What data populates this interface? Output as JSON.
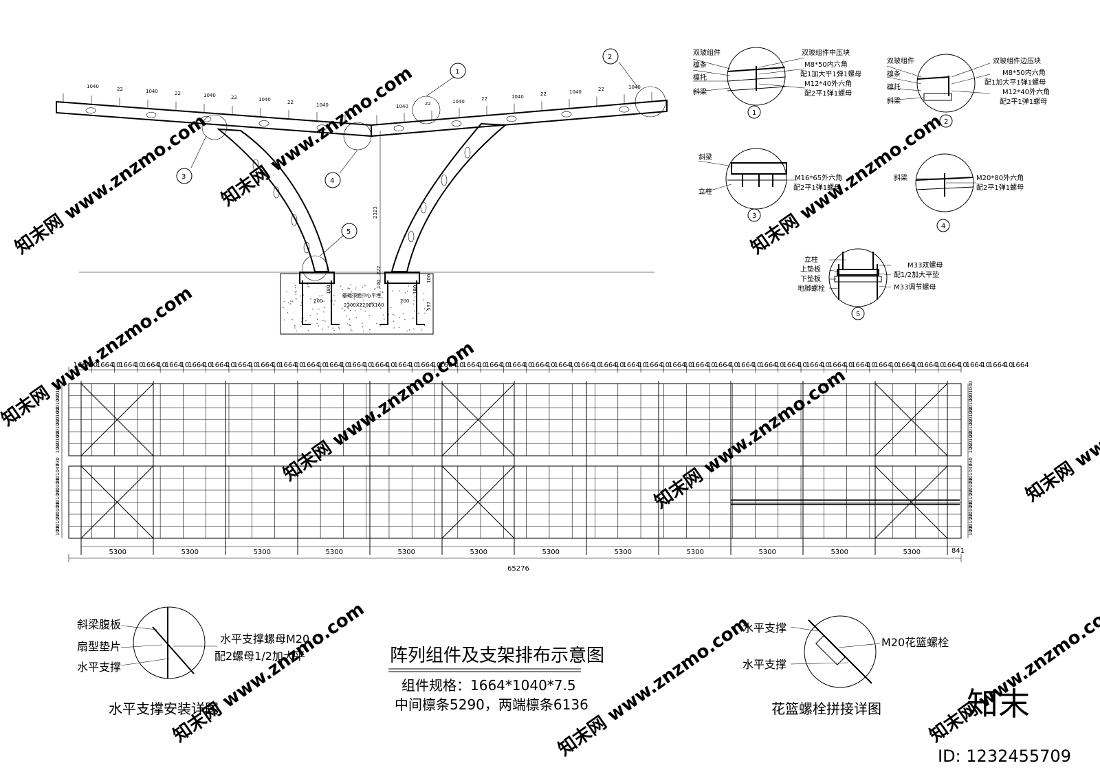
{
  "elevation": {
    "dim_1040": "1040",
    "dim_22": "22",
    "dim_height": "2323",
    "dim_200": "200",
    "dim_180": "180",
    "dim_100": "100",
    "dim_222": "222",
    "dim_537": "537",
    "foundation_note": "基础顶面中心平埋",
    "foundation_size": "2200X2200X160",
    "callouts": [
      "1",
      "2",
      "3",
      "4",
      "5"
    ]
  },
  "details": {
    "d1": {
      "num": "1",
      "left": [
        "双玻组件",
        "檩条",
        "檩托",
        "斜梁"
      ],
      "right": [
        "双玻组件中压块",
        "M8*50内六角",
        "配1加大平1弹1螺母",
        "M12*40外六角",
        "配2平1弹1螺母"
      ]
    },
    "d2": {
      "num": "2",
      "left": [
        "双玻组件",
        "檩条",
        "檩托",
        "斜梁"
      ],
      "right": [
        "双玻组件边压块",
        "M8*50内六角",
        "配1加大平1弹1螺母",
        "M12*40外六角",
        "配2平1弹1螺母"
      ]
    },
    "d3": {
      "num": "3",
      "left": [
        "斜梁",
        "立柱"
      ],
      "right": [
        "M16*65外六角",
        "配2平1弹1螺母"
      ]
    },
    "d4": {
      "num": "4",
      "left": [
        "斜梁"
      ],
      "right": [
        "M20*80外六角",
        "配2平1弹1螺母"
      ]
    },
    "d5": {
      "num": "5",
      "left": [
        "立柱",
        "上垫板",
        "下垫板",
        "地脚螺栓"
      ],
      "right": [
        "M33双螺母",
        "配1/2加大平垫",
        "M33调节螺母"
      ]
    }
  },
  "plan": {
    "top_dims": [
      "1664",
      "10",
      "1664",
      "10",
      "1664",
      "10",
      "1664",
      "10",
      "1664",
      "10",
      "1664",
      "10",
      "1664",
      "10",
      "1664",
      "10",
      "1664",
      "10",
      "1664",
      "10",
      "1664",
      "10",
      "1664",
      "10",
      "1664",
      "10",
      "1664",
      "10",
      "1664",
      "10",
      "1664",
      "10",
      "1664",
      "10",
      "1664",
      "10",
      "1664",
      "10",
      "1664",
      "10",
      "1664",
      "10",
      "1664",
      "10",
      "1664",
      "10",
      "1664",
      "10",
      "1664",
      "10",
      "1664",
      "10",
      "1664",
      "10",
      "1664",
      "10",
      "1664",
      "10",
      "1664",
      "10",
      "1664",
      "10",
      "1664",
      "10",
      "1664",
      "10",
      "1664",
      "10",
      "1664",
      "10",
      "1664",
      "10",
      "1664",
      "10",
      "1664",
      "10",
      "1664",
      "10",
      "1664",
      "10",
      "1664",
      "10",
      "1664"
    ],
    "side_dims": [
      "1040",
      "22",
      "1040",
      "22",
      "1040",
      "22",
      "1040",
      "22",
      "1040",
      "22",
      "1040",
      "730",
      "1040",
      "22",
      "1040",
      "22",
      "1040",
      "22",
      "1040",
      "22",
      "1040",
      "22",
      "1040"
    ],
    "bays": [
      "5300",
      "5300",
      "5300",
      "5300",
      "5300",
      "5300",
      "5300",
      "5300",
      "5300",
      "5300",
      "5300",
      "5300"
    ],
    "end": "841",
    "total": "65276"
  },
  "bottom": {
    "left_detail": {
      "labels": [
        "斜梁腹板",
        "扇型垫片",
        "水平支撑"
      ],
      "note1": "水平支撑螺母M20",
      "note2": "配2螺母1/2加大平",
      "caption": "水平支撑安装详图"
    },
    "center": {
      "title": "阵列组件及支架排布示意图",
      "spec": "组件规格：1664*1040*7.5",
      "spec2": "中间檩条5290，两端檩条6136"
    },
    "right_detail": {
      "label_a": "水平支撑",
      "label_b": "水平支撑",
      "note": "M20花篮螺栓",
      "caption": "花篮螺栓拼接详图"
    }
  },
  "brand": {
    "watermark": "知末网 www.znzmo.com",
    "logo": "知末",
    "id": "ID: 1232455709"
  }
}
